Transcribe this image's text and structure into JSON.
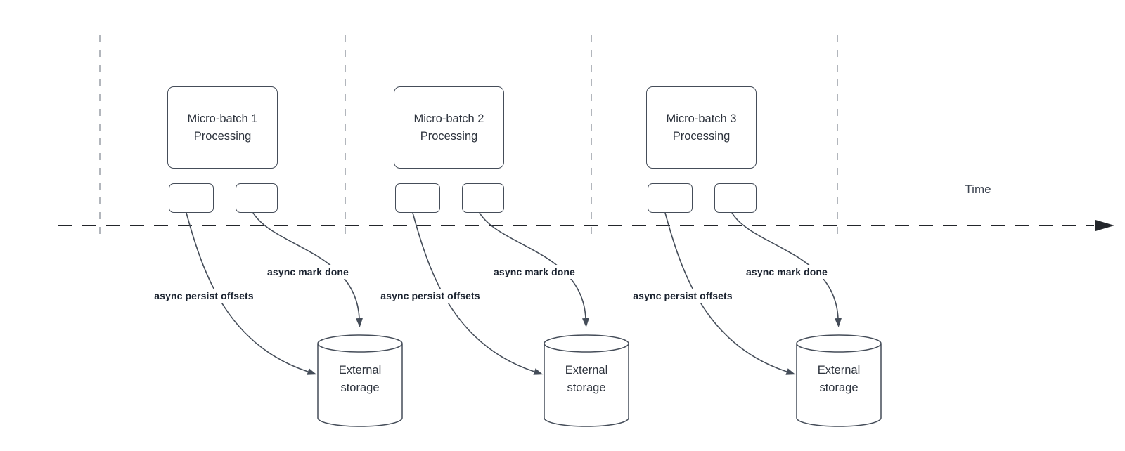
{
  "diagram": {
    "title_hint": "micro-batch asynchronous checkpointing timeline",
    "time_axis_label": "Time",
    "groups": [
      {
        "processing_label": "Micro-batch 1 Processing",
        "persist_label": "async persist offsets",
        "done_label": "async mark done",
        "storage_label": "External storage"
      },
      {
        "processing_label": "Micro-batch 2 Processing",
        "persist_label": "async persist offsets",
        "done_label": "async mark done",
        "storage_label": "External storage"
      },
      {
        "processing_label": "Micro-batch 3 Processing",
        "persist_label": "async persist offsets",
        "done_label": "async mark done",
        "storage_label": "External storage"
      }
    ],
    "colors": {
      "background": "#ffffff",
      "shape_stroke": "#454d59",
      "box_text": "#2d333d",
      "bold_label_text": "#1b2330",
      "lane_divider": "#b2b6bc",
      "time_axis": "#23262b",
      "time_text": "#3e4552"
    }
  }
}
